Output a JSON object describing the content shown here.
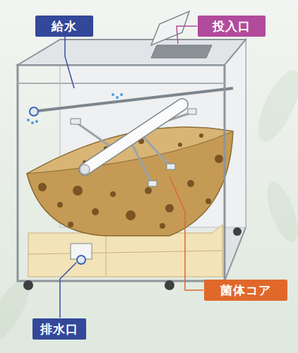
{
  "diagram": {
    "nodes": [
      {
        "text": [
          "給水"
        ]
      },
      {
        "text": [
          "投入口"
        ]
      },
      {
        "text": [
          "菌体コア"
        ]
      },
      {
        "text": [
          "排水口"
        ]
      }
    ]
  }
}
